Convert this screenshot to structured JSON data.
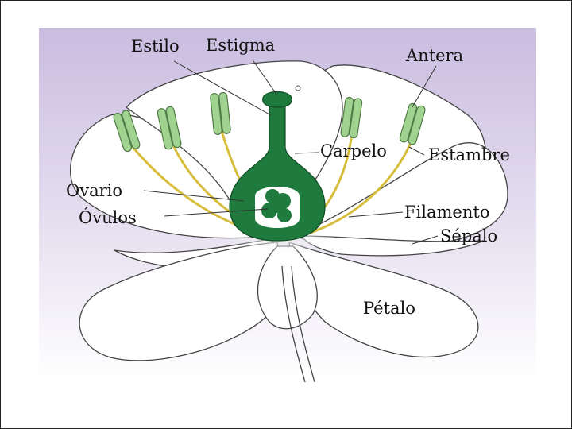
{
  "diagram": {
    "labels": {
      "estilo": "Estilo",
      "estigma": "Estigma",
      "antera": "Antera",
      "carpelo": "Carpelo",
      "estambre": "Estambre",
      "ovario": "Ovario",
      "ovulos": "Óvulos",
      "filamento": "Filamento",
      "sepalo": "Sépalo",
      "petalo": "Pétalo"
    },
    "colors": {
      "background_top": "#c9bde0",
      "background_bottom": "#ffffff",
      "petal_fill": "#ffffff",
      "outline": "#444444",
      "pistil_green": "#1f7a3d",
      "anther_green": "#9fd38f",
      "filament_yellow": "#d7bd3c",
      "leader_line": "#333333"
    }
  }
}
